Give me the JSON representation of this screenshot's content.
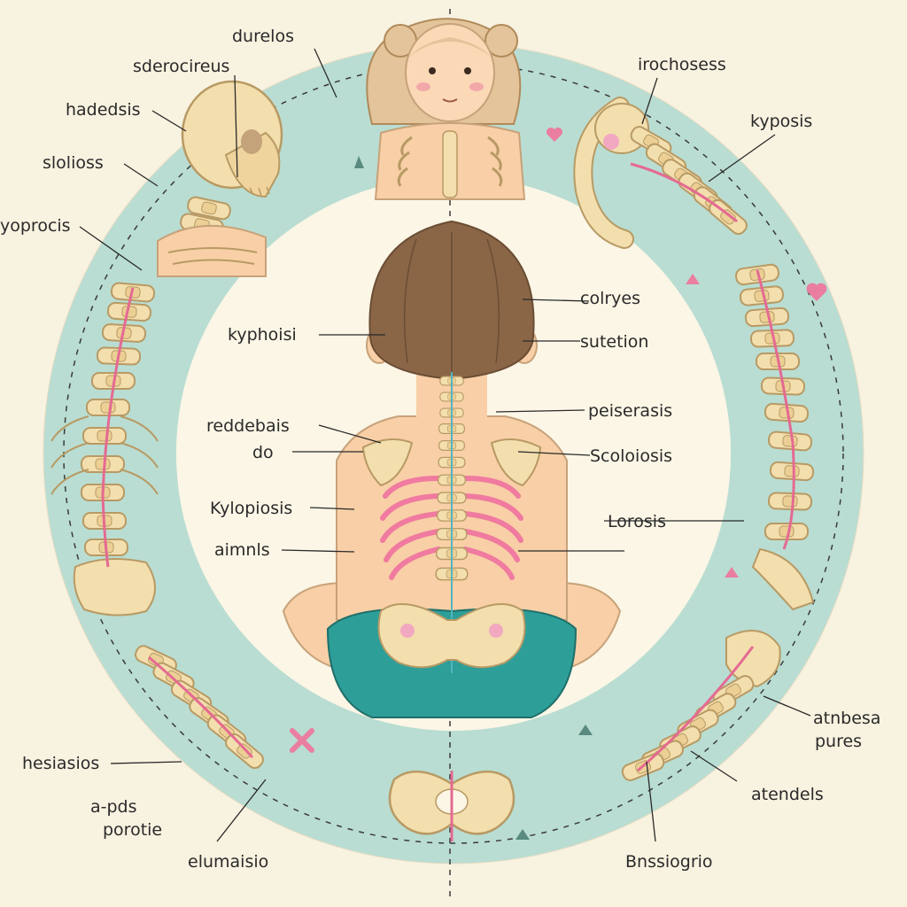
{
  "labels": {
    "durelos": "durelos",
    "sderocireus": "sderocireus",
    "hadedsis": "hadedsis",
    "slolioss": "slolioss",
    "yoprocis": "yoprocis",
    "irochosess": "irochosess",
    "kyposis": "kyposis",
    "colryes": "colryes",
    "kyphoisi": "kyphoisi",
    "sutetion": "sutetion",
    "reddebais": "reddebais",
    "peiserasis": "peiserasis",
    "do": "do",
    "scoloiosis": "Scoloiosis",
    "kylopiosis": "Kylopiosis",
    "lorosis": "Lorosis",
    "aimnls": "aimnls",
    "atnbesa": "atnbesa",
    "pures": "pures",
    "hesiasios": "hesiasios",
    "a_pds": "a-pds",
    "porotie": "porotie",
    "atendels": "atendels",
    "elumaisio": "elumaisio",
    "bnssiogrio": "Bnssiogrio"
  },
  "colors": {
    "background": "#f8f2e0",
    "ring": "#b9ddd2",
    "bone": "#f3deae",
    "bone_outline": "#b89a64",
    "spinal_cord": "#e46a92",
    "skin": "#f8cfa6",
    "hair": "#8a6647",
    "shorts": "#2e9e98"
  },
  "icons": [
    "heart-icon",
    "triangle-icon",
    "cross-icon"
  ]
}
